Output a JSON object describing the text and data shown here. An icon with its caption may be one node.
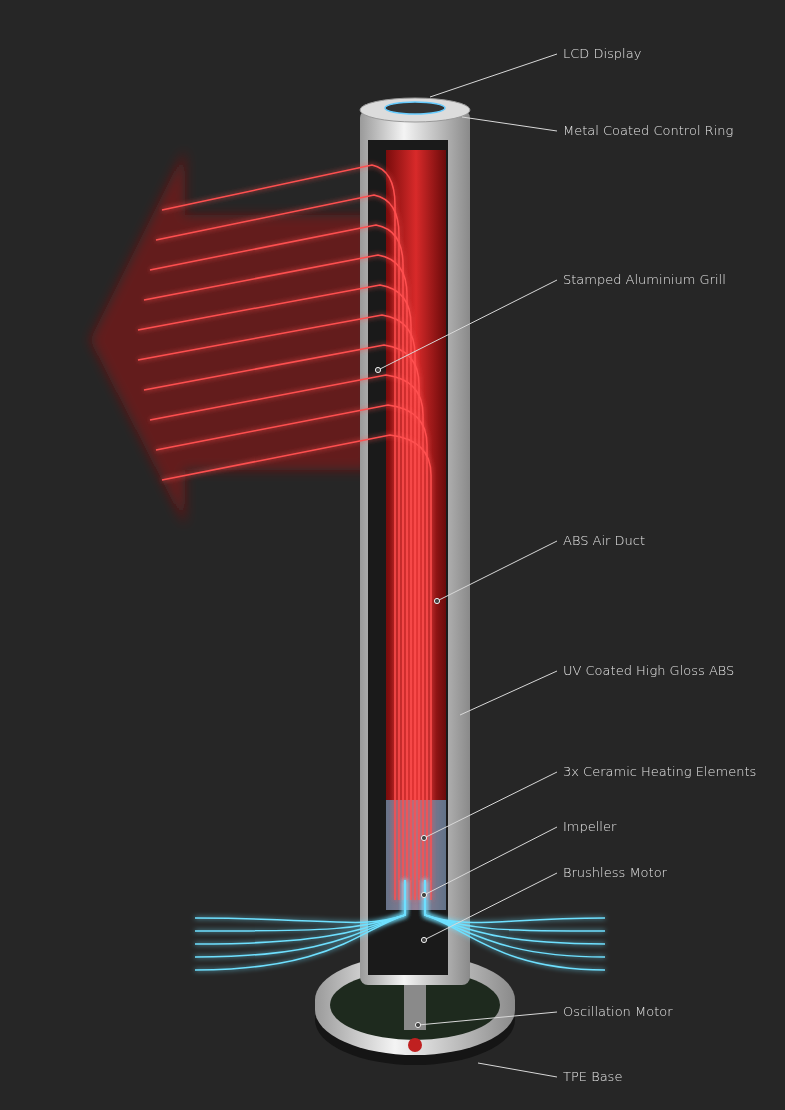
{
  "diagram": {
    "nodes": [
      {
        "text": [
          "LCD Display"
        ]
      },
      {
        "text": [
          "Metal Coated Control Ring"
        ]
      },
      {
        "text": [
          "Stamped Aluminium Grill"
        ]
      },
      {
        "text": [
          "ABS Air Duct"
        ]
      },
      {
        "text": [
          "UV Coated High Gloss ABS"
        ]
      },
      {
        "text": [
          "3x Ceramic Heating Elements"
        ]
      },
      {
        "text": [
          "Impeller"
        ]
      },
      {
        "text": [
          "Brushless Motor"
        ]
      },
      {
        "text": [
          "Oscillation Motor"
        ]
      },
      {
        "text": [
          "TPE Base"
        ]
      }
    ],
    "edges": [
      {
        "from": 0,
        "to": null,
        "arrow": "none"
      },
      {
        "from": 1,
        "to": null,
        "arrow": "none"
      },
      {
        "from": 2,
        "to": null,
        "arrow": "other"
      },
      {
        "from": 3,
        "to": null,
        "arrow": "other"
      },
      {
        "from": 4,
        "to": null,
        "arrow": "none"
      },
      {
        "from": 5,
        "to": null,
        "arrow": "other"
      },
      {
        "from": 6,
        "to": null,
        "arrow": "other"
      },
      {
        "from": 7,
        "to": null,
        "arrow": "other"
      },
      {
        "from": 8,
        "to": null,
        "arrow": "other"
      },
      {
        "from": 9,
        "to": null,
        "arrow": "none"
      }
    ]
  }
}
